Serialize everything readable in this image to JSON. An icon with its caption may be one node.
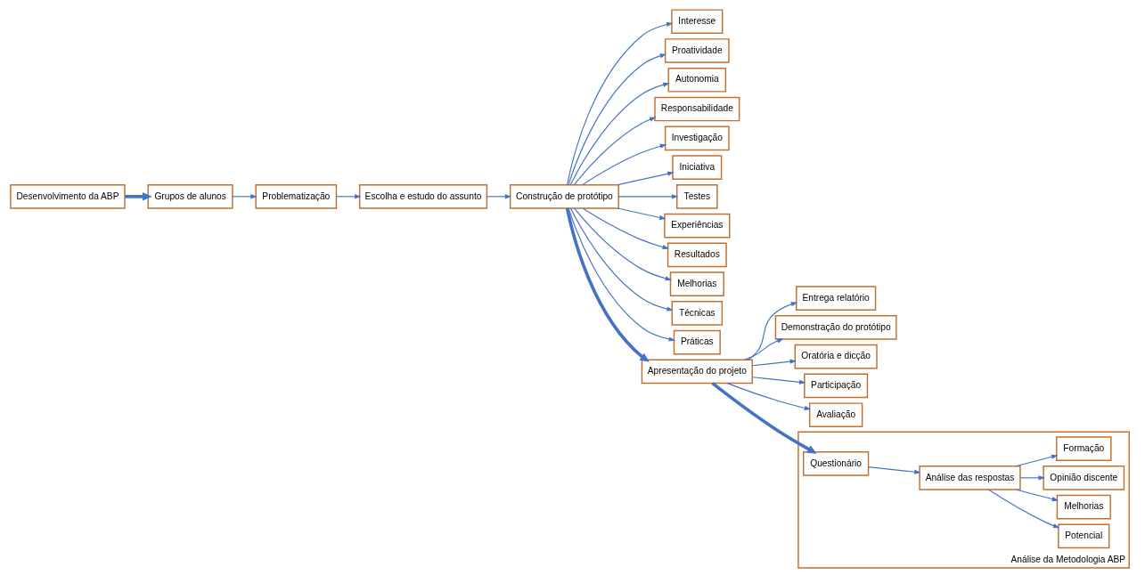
{
  "diagram": {
    "nodes": [
      {
        "text": [
          "Desenvolvimento da ABP"
        ]
      },
      {
        "text": [
          "Grupos de alunos"
        ]
      },
      {
        "text": [
          "Problematização"
        ]
      },
      {
        "text": [
          "Escolha e estudo do assunto"
        ]
      },
      {
        "text": [
          "Construção de protótipo"
        ]
      },
      {
        "text": [
          "Interesse"
        ]
      },
      {
        "text": [
          "Proatividade"
        ]
      },
      {
        "text": [
          "Autonomia"
        ]
      },
      {
        "text": [
          "Responsabilidade"
        ]
      },
      {
        "text": [
          "Investigação"
        ]
      },
      {
        "text": [
          "Iniciativa"
        ]
      },
      {
        "text": [
          "Testes"
        ]
      },
      {
        "text": [
          "Experiências"
        ]
      },
      {
        "text": [
          "Resultados"
        ]
      },
      {
        "text": [
          "Melhorias"
        ]
      },
      {
        "text": [
          "Técnicas"
        ]
      },
      {
        "text": [
          "Práticas"
        ]
      },
      {
        "text": [
          "Apresentação do projeto"
        ]
      },
      {
        "text": [
          "Entrega relatório"
        ]
      },
      {
        "text": [
          "Demonstração do protótipo"
        ]
      },
      {
        "text": [
          "Oratória e dicção"
        ]
      },
      {
        "text": [
          "Participação"
        ]
      },
      {
        "text": [
          "Avaliação"
        ]
      },
      {
        "text": [
          "Análise da Metodologia ABP"
        ]
      },
      {
        "text": [
          "Questionário"
        ],
        "in": 23
      },
      {
        "text": [
          "Análise das respostas"
        ],
        "in": 23
      },
      {
        "text": [
          "Potencial"
        ],
        "in": 23
      },
      {
        "text": [
          "Melhorias"
        ],
        "in": 23
      },
      {
        "text": [
          "Opinião discente"
        ],
        "in": 23
      },
      {
        "text": [
          "Formação"
        ],
        "in": 23
      }
    ],
    "edges": [
      {
        "from": 0,
        "to": 1,
        "arrow": "to",
        "style": "thick"
      },
      {
        "from": 1,
        "to": 2,
        "arrow": "to"
      },
      {
        "from": 2,
        "to": 3,
        "arrow": "to"
      },
      {
        "from": 3,
        "to": 4,
        "arrow": "to"
      },
      {
        "from": 4,
        "to": 5,
        "arrow": "to"
      },
      {
        "from": 4,
        "to": 6,
        "arrow": "to"
      },
      {
        "from": 4,
        "to": 7,
        "arrow": "to"
      },
      {
        "from": 4,
        "to": 8,
        "arrow": "to"
      },
      {
        "from": 4,
        "to": 9,
        "arrow": "to"
      },
      {
        "from": 4,
        "to": 10,
        "arrow": "to"
      },
      {
        "from": 4,
        "to": 11,
        "arrow": "to"
      },
      {
        "from": 4,
        "to": 12,
        "arrow": "to"
      },
      {
        "from": 4,
        "to": 13,
        "arrow": "to"
      },
      {
        "from": 4,
        "to": 14,
        "arrow": "to"
      },
      {
        "from": 4,
        "to": 15,
        "arrow": "to"
      },
      {
        "from": 4,
        "to": 16,
        "arrow": "to"
      },
      {
        "from": 4,
        "to": 17,
        "arrow": "to",
        "style": "thick"
      },
      {
        "from": 17,
        "to": 18,
        "arrow": "to"
      },
      {
        "from": 17,
        "to": 19,
        "arrow": "to"
      },
      {
        "from": 17,
        "to": 20,
        "arrow": "to"
      },
      {
        "from": 17,
        "to": 21,
        "arrow": "to"
      },
      {
        "from": 17,
        "to": 22,
        "arrow": "to"
      },
      {
        "from": 17,
        "to": 24,
        "arrow": "to",
        "style": "thick"
      },
      {
        "from": 24,
        "to": 25,
        "arrow": "to"
      },
      {
        "from": 25,
        "to": 26,
        "arrow": "to"
      },
      {
        "from": 25,
        "to": 27,
        "arrow": "to"
      },
      {
        "from": 25,
        "to": 28,
        "arrow": "to"
      },
      {
        "from": 25,
        "to": 29,
        "arrow": "to"
      }
    ]
  }
}
